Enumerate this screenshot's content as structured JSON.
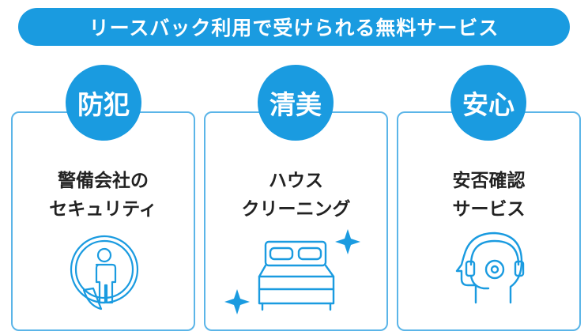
{
  "title": "リースバック利用で受けられる無料サービス",
  "colors": {
    "accent": "#1a9be0",
    "border": "#5bb5e8",
    "text": "#222222"
  },
  "cards": [
    {
      "badge": "防犯",
      "lines": [
        "警備会社の",
        "セキュリティ"
      ],
      "icon": "security-guard-icon"
    },
    {
      "badge": "清美",
      "lines": [
        "ハウス",
        "クリーニング"
      ],
      "icon": "sparkling-bed-icon"
    },
    {
      "badge": "安心",
      "lines": [
        "安否確認",
        "サービス"
      ],
      "icon": "headset-operator-icon"
    }
  ]
}
